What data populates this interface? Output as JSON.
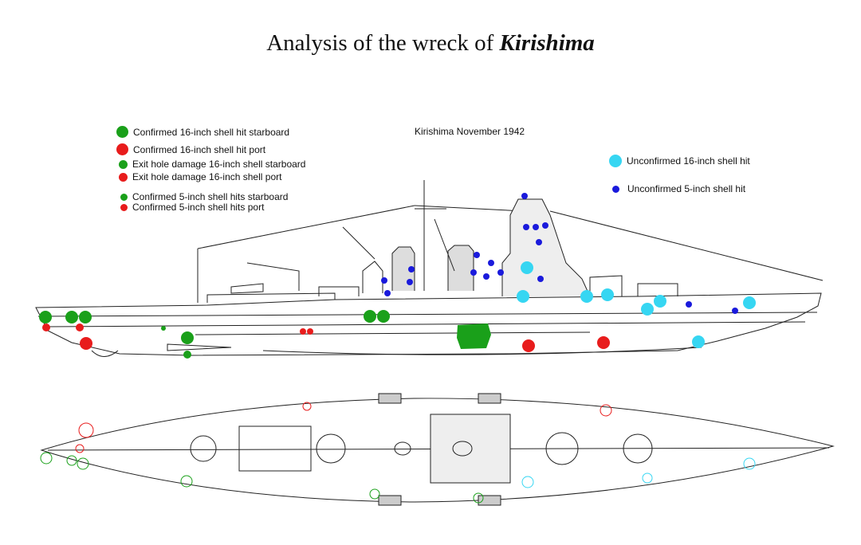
{
  "title_prefix": "Analysis of the wreck of ",
  "title_ship": "Kirishima",
  "subtitle": "Kirishima November 1942",
  "colors": {
    "confirmed_starboard": "#1aa01a",
    "confirmed_port": "#e81c1c",
    "unconfirmed_16": "#36d6f2",
    "unconfirmed_5": "#1a1adc"
  },
  "legend_left": [
    {
      "label": "Confirmed 16-inch shell hit starboard",
      "color": "#1aa01a",
      "size": "large"
    },
    {
      "label": "Confirmed 16-inch shell hit port",
      "color": "#e81c1c",
      "size": "large"
    },
    {
      "label": "Exit hole damage 16-inch shell starboard",
      "color": "#1aa01a",
      "size": "medium"
    },
    {
      "label": "Exit hole damage 16-inch shell port",
      "color": "#e81c1c",
      "size": "medium"
    },
    {
      "label": "Confirmed 5-inch shell hits starboard",
      "color": "#1aa01a",
      "size": "small"
    },
    {
      "label": "Confirmed 5-inch shell hits port",
      "color": "#e81c1c",
      "size": "small"
    }
  ],
  "legend_right": [
    {
      "label": "Unconfirmed 16-inch shell hit",
      "color": "#36d6f2",
      "size": "large"
    },
    {
      "label": "Unconfirmed 5-inch shell hit",
      "color": "#1a1adc",
      "size": "small"
    }
  ]
}
